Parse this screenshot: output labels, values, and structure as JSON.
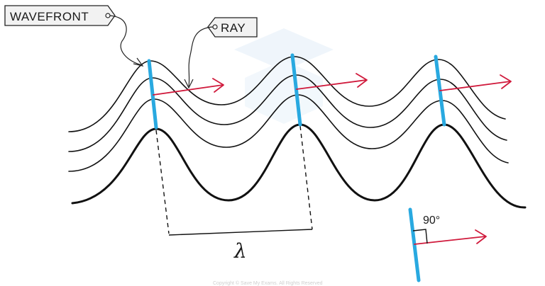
{
  "labels": {
    "wavefront": "WAVEFRONT",
    "ray": "RAY",
    "wavelength_symbol": "λ",
    "angle": "90°",
    "copyright": "Copyright © Save My Exams. All Rights Reserved"
  },
  "colors": {
    "wavefront_line": "#29a9e0",
    "ray_arrow": "#d01a3c",
    "wave_line": "#111111",
    "watermark": "#e9f3fa"
  },
  "diagram": {
    "wave_count": 4,
    "crest_count": 3,
    "thick_wave_index": 3
  }
}
